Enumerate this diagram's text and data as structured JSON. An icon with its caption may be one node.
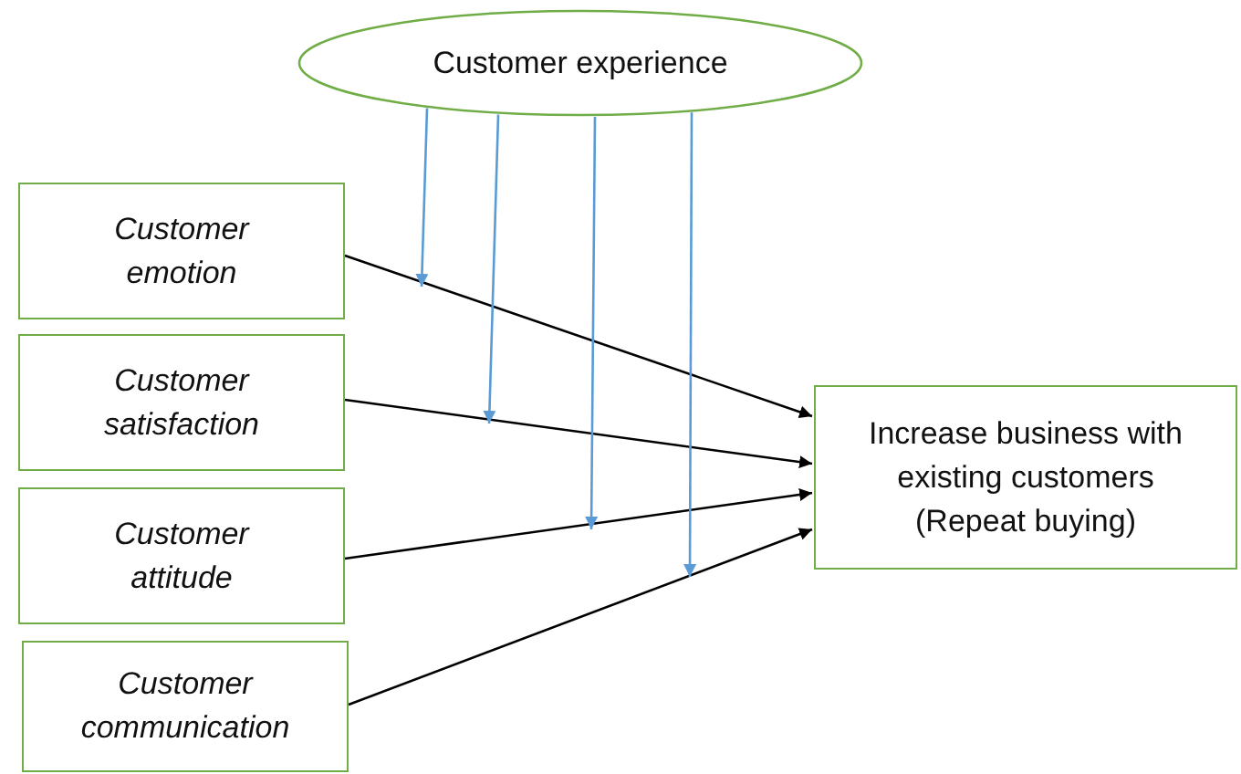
{
  "diagram": {
    "nodes": [
      {
        "text": [
          "Customer experience"
        ]
      },
      {
        "text": [
          "Customer emotion"
        ]
      },
      {
        "text": [
          "Customer satisfaction"
        ]
      },
      {
        "text": [
          "Customer attitude"
        ]
      },
      {
        "text": [
          "Customer communication"
        ]
      },
      {
        "text": [
          "Increase business with existing customers (Repeat buying)"
        ]
      }
    ],
    "edges": [
      {
        "from": 1,
        "to": 5,
        "arrow": "to"
      },
      {
        "from": 2,
        "to": 5,
        "arrow": "to"
      },
      {
        "from": 3,
        "to": 5,
        "arrow": "to"
      },
      {
        "from": 4,
        "to": 5,
        "arrow": "to"
      },
      {
        "from": 0,
        "to": null,
        "arrow": "to",
        "color": "#5b9bd5"
      },
      {
        "from": 0,
        "to": null,
        "arrow": "to",
        "color": "#5b9bd5"
      },
      {
        "from": 0,
        "to": null,
        "arrow": "to",
        "color": "#5b9bd5"
      },
      {
        "from": 0,
        "to": null,
        "arrow": "to",
        "color": "#5b9bd5"
      }
    ]
  }
}
